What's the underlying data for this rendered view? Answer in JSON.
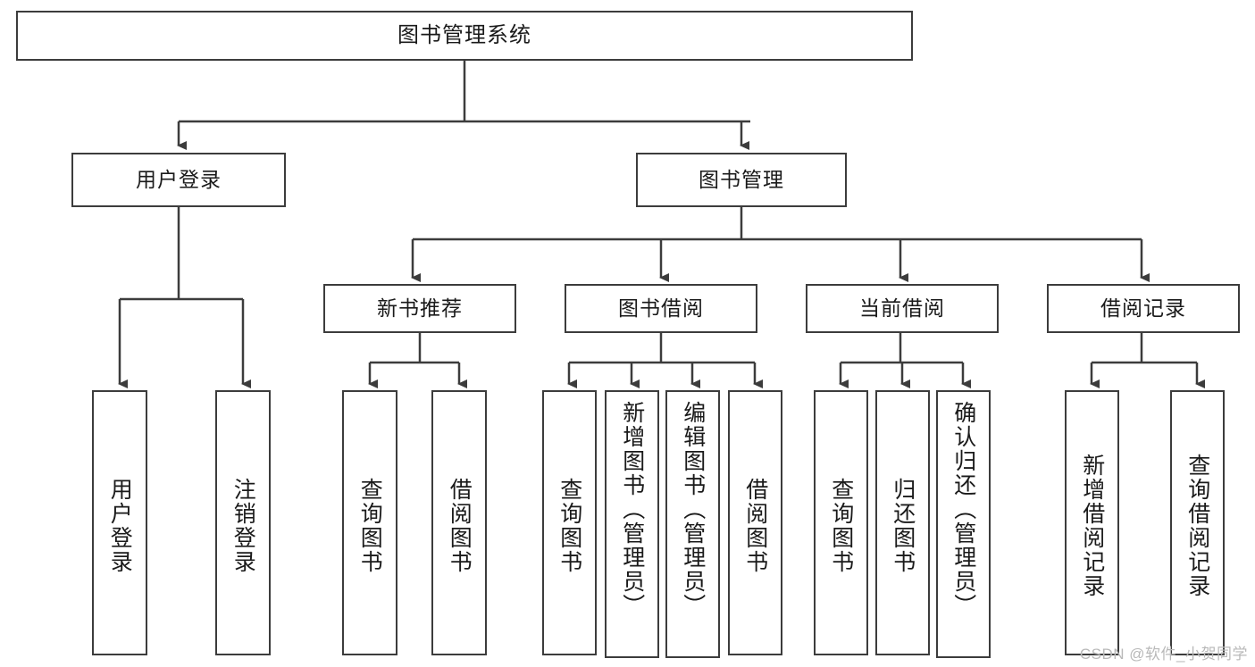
{
  "diagram": {
    "title": "图书管理系统",
    "type": "tree-hierarchy",
    "stroke_color": "#3c3c3c",
    "text_color": "#1a1a1a",
    "background_color": "#ffffff",
    "root": {
      "label": "图书管理系统"
    },
    "level2": [
      {
        "label": "用户登录"
      },
      {
        "label": "图书管理"
      }
    ],
    "level3": [
      {
        "label": "新书推荐"
      },
      {
        "label": "图书借阅"
      },
      {
        "label": "当前借阅"
      },
      {
        "label": "借阅记录"
      }
    ],
    "leaves": {
      "user_login": [
        {
          "label": "用户登录"
        },
        {
          "label": "注销登录"
        }
      ],
      "new_book_recommend": [
        {
          "label": "查询图书"
        },
        {
          "label": "借阅图书"
        }
      ],
      "book_borrow": [
        {
          "label": "查询图书"
        },
        {
          "label": "新增图书（管理员）"
        },
        {
          "label": "编辑图书（管理员）"
        },
        {
          "label": "借阅图书"
        }
      ],
      "current_borrow": [
        {
          "label": "查询图书"
        },
        {
          "label": "归还图书"
        },
        {
          "label": "确认归还（管理员）"
        }
      ],
      "borrow_record": [
        {
          "label": "新增借阅记录"
        },
        {
          "label": "查询借阅记录"
        }
      ]
    }
  },
  "watermark": {
    "text": "CSDN @软件_小贺同学",
    "color": "#b9b9b9"
  }
}
